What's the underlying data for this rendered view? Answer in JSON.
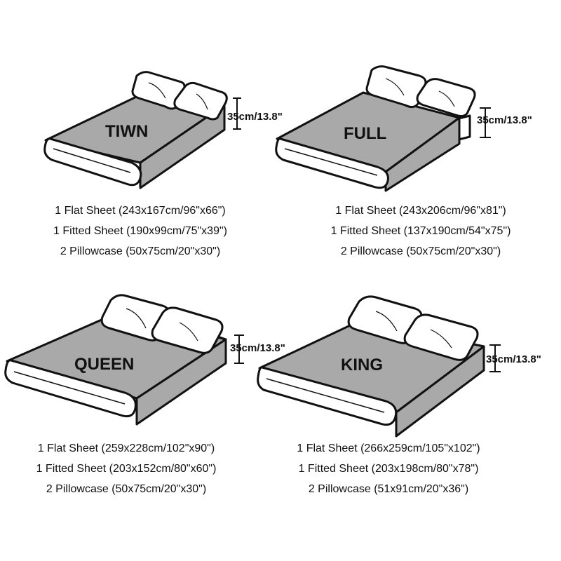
{
  "colors": {
    "sheet": "#a9a9a9",
    "outline": "#111111",
    "pillow": "#ffffff",
    "mattress": "#ffffff"
  },
  "height_label": "35cm/13.8\"",
  "beds": [
    {
      "size": "TIWN",
      "lines": [
        "1 Flat Sheet (243x167cm/96\"x66\")",
        "1 Fitted Sheet (190x99cm/75\"x39\")",
        "2 Pillowcase (50x75cm/20\"x30\")"
      ]
    },
    {
      "size": "FULL",
      "lines": [
        "1 Flat Sheet (243x206cm/96\"x81\")",
        "1 Fitted Sheet (137x190cm/54\"x75\")",
        "2 Pillowcase (50x75cm/20\"x30\")"
      ]
    },
    {
      "size": "QUEEN",
      "lines": [
        "1 Flat Sheet (259x228cm/102\"x90\")",
        "1 Fitted Sheet (203x152cm/80\"x60\")",
        "2 Pillowcase (50x75cm/20\"x30\")"
      ]
    },
    {
      "size": "KING",
      "lines": [
        "1 Flat Sheet (266x259cm/105\"x102\")",
        "1 Fitted Sheet (203x198cm/80\"x78\")",
        "2 Pillowcase (51x91cm/20\"x36\")"
      ]
    }
  ]
}
